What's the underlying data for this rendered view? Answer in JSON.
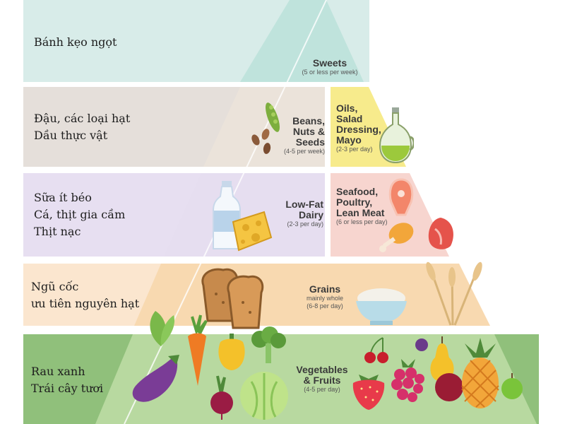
{
  "bands": [
    {
      "id": "sweets",
      "label_lines": [
        "Bánh kẹo ngọt"
      ],
      "color": "#d8ece9"
    },
    {
      "id": "beans",
      "label_lines": [
        "Đậu, các loại hạt",
        "Dầu thực vật"
      ],
      "color": "#e5dfda"
    },
    {
      "id": "dairy",
      "label_lines": [
        "Sữa ít béo",
        "Cá, thịt gia cầm",
        "Thịt nạc"
      ],
      "color": "#e7dff1"
    },
    {
      "id": "grains",
      "label_lines": [
        "Ngũ cốc",
        "ưu tiên nguyên hạt"
      ],
      "color": "#fbe6cf"
    },
    {
      "id": "veg",
      "label_lines": [
        "Rau xanh",
        "Trái cây tươi"
      ],
      "color": "#90c07b"
    }
  ],
  "groups": {
    "sweets": {
      "name_lines": [
        "Sweets"
      ],
      "sub": "(5 or less per week)"
    },
    "beans": {
      "name_lines": [
        "Beans,",
        "Nuts &",
        "Seeds"
      ],
      "sub": "(4-5 per week)"
    },
    "oils": {
      "name_lines": [
        "Oils,",
        "Salad",
        "Dressing,",
        "Mayo"
      ],
      "sub": "(2-3 per day)"
    },
    "dairy": {
      "name_lines": [
        "Low-Fat",
        "Dairy"
      ],
      "sub": "(2-3 per day)"
    },
    "seafood": {
      "name_lines": [
        "Seafood,",
        "Poultry,",
        "Lean Meat"
      ],
      "sub": "(6 or less per day)"
    },
    "grains": {
      "name_lines": [
        "Grains"
      ],
      "sub_lines": [
        "mainly whole",
        "(6-8 per day)"
      ]
    },
    "veg": {
      "name_lines": [
        "Vegetables",
        "& Fruits"
      ],
      "sub": "(4-5 per day)"
    }
  },
  "colors": {
    "pyr_sweets": "#bfe3dc",
    "pyr_beans": "#ebe3da",
    "pyr_oils": "#f7eb8c",
    "pyr_dairy": "#e6def0",
    "pyr_seafood": "#f7d5cf",
    "pyr_grains": "#f8d9b0",
    "pyr_veg": "#b8d9a0"
  }
}
